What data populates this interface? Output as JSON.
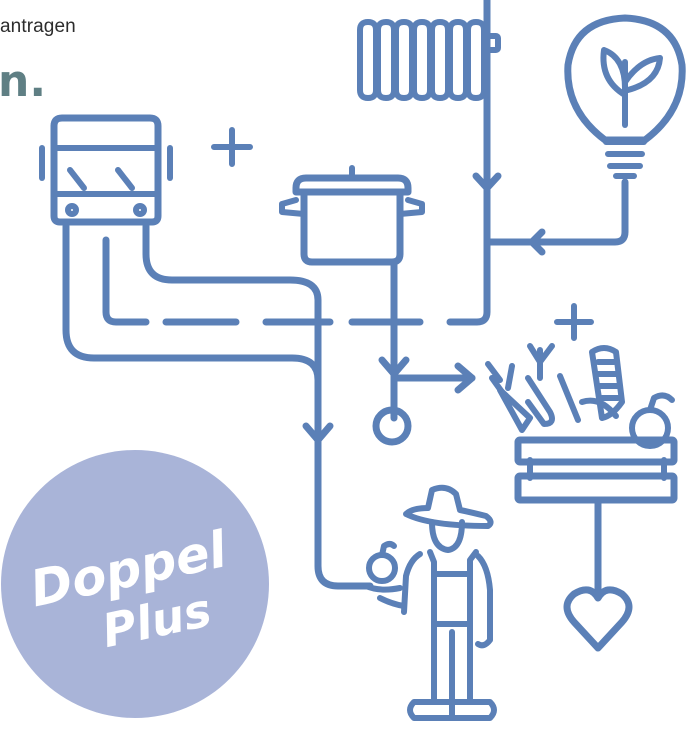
{
  "header": {
    "cropped_text": "antragen",
    "cropped_heading": "n."
  },
  "badge": {
    "line1": "Doppel",
    "line2": "Plus"
  },
  "plus_signs": [
    "+",
    "+"
  ],
  "colors": {
    "line": "#5b80b7",
    "badge_fill": "#a9b4d8",
    "heading": "#5f7f84"
  },
  "icons": [
    "bus-icon",
    "radiator-icon",
    "light-bulb-icon",
    "cooking-pot-icon",
    "vegetable-crate-icon",
    "heart-icon",
    "farmer-icon",
    "circle-node-icon"
  ]
}
